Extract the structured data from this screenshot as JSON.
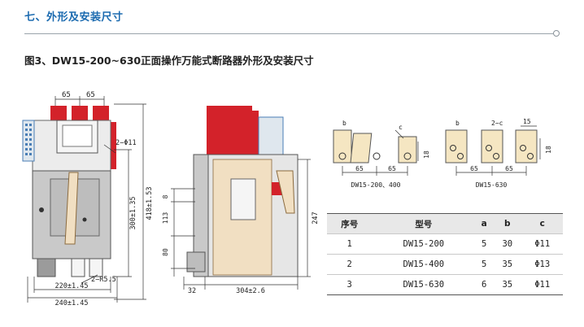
{
  "section": {
    "title": "七、外形及安装尺寸"
  },
  "figure": {
    "title": "图3、DW15-200~630正面操作万能式断路器外形及安装尺寸"
  },
  "front": {
    "d65a": "65",
    "d65b": "65",
    "hole": "2−Φ11",
    "d153": "418±1.53",
    "d135": "300±1.35",
    "r55": "2−R5.5",
    "w220": "220±1.45",
    "w240": "240±1.45"
  },
  "side": {
    "d8": "8",
    "d113": "113",
    "d80": "80",
    "d247": "247",
    "d32": "32",
    "d304": "304±2.6"
  },
  "detail_a": {
    "b": "b",
    "c": "c",
    "d18": "18",
    "d65a": "65",
    "d65b": "65",
    "caption": "DW15-200、400"
  },
  "detail_b": {
    "b": "b",
    "c": "2−c",
    "d15": "15",
    "d18": "18",
    "d65a": "65",
    "d65b": "65",
    "caption": "DW15-630"
  },
  "table": {
    "headers": [
      "序号",
      "型号",
      "a",
      "b",
      "c"
    ],
    "rows": [
      [
        "1",
        "DW15-200",
        "5",
        "30",
        "Φ11"
      ],
      [
        "2",
        "DW15-400",
        "5",
        "35",
        "Φ13"
      ],
      [
        "3",
        "DW15-630",
        "6",
        "35",
        "Φ11"
      ]
    ]
  },
  "colors": {
    "accent": "#1c6bb0",
    "terminal_red": "#d3222a",
    "beige": "#f1dfc2",
    "panel_gray": "#b9b9b9"
  }
}
